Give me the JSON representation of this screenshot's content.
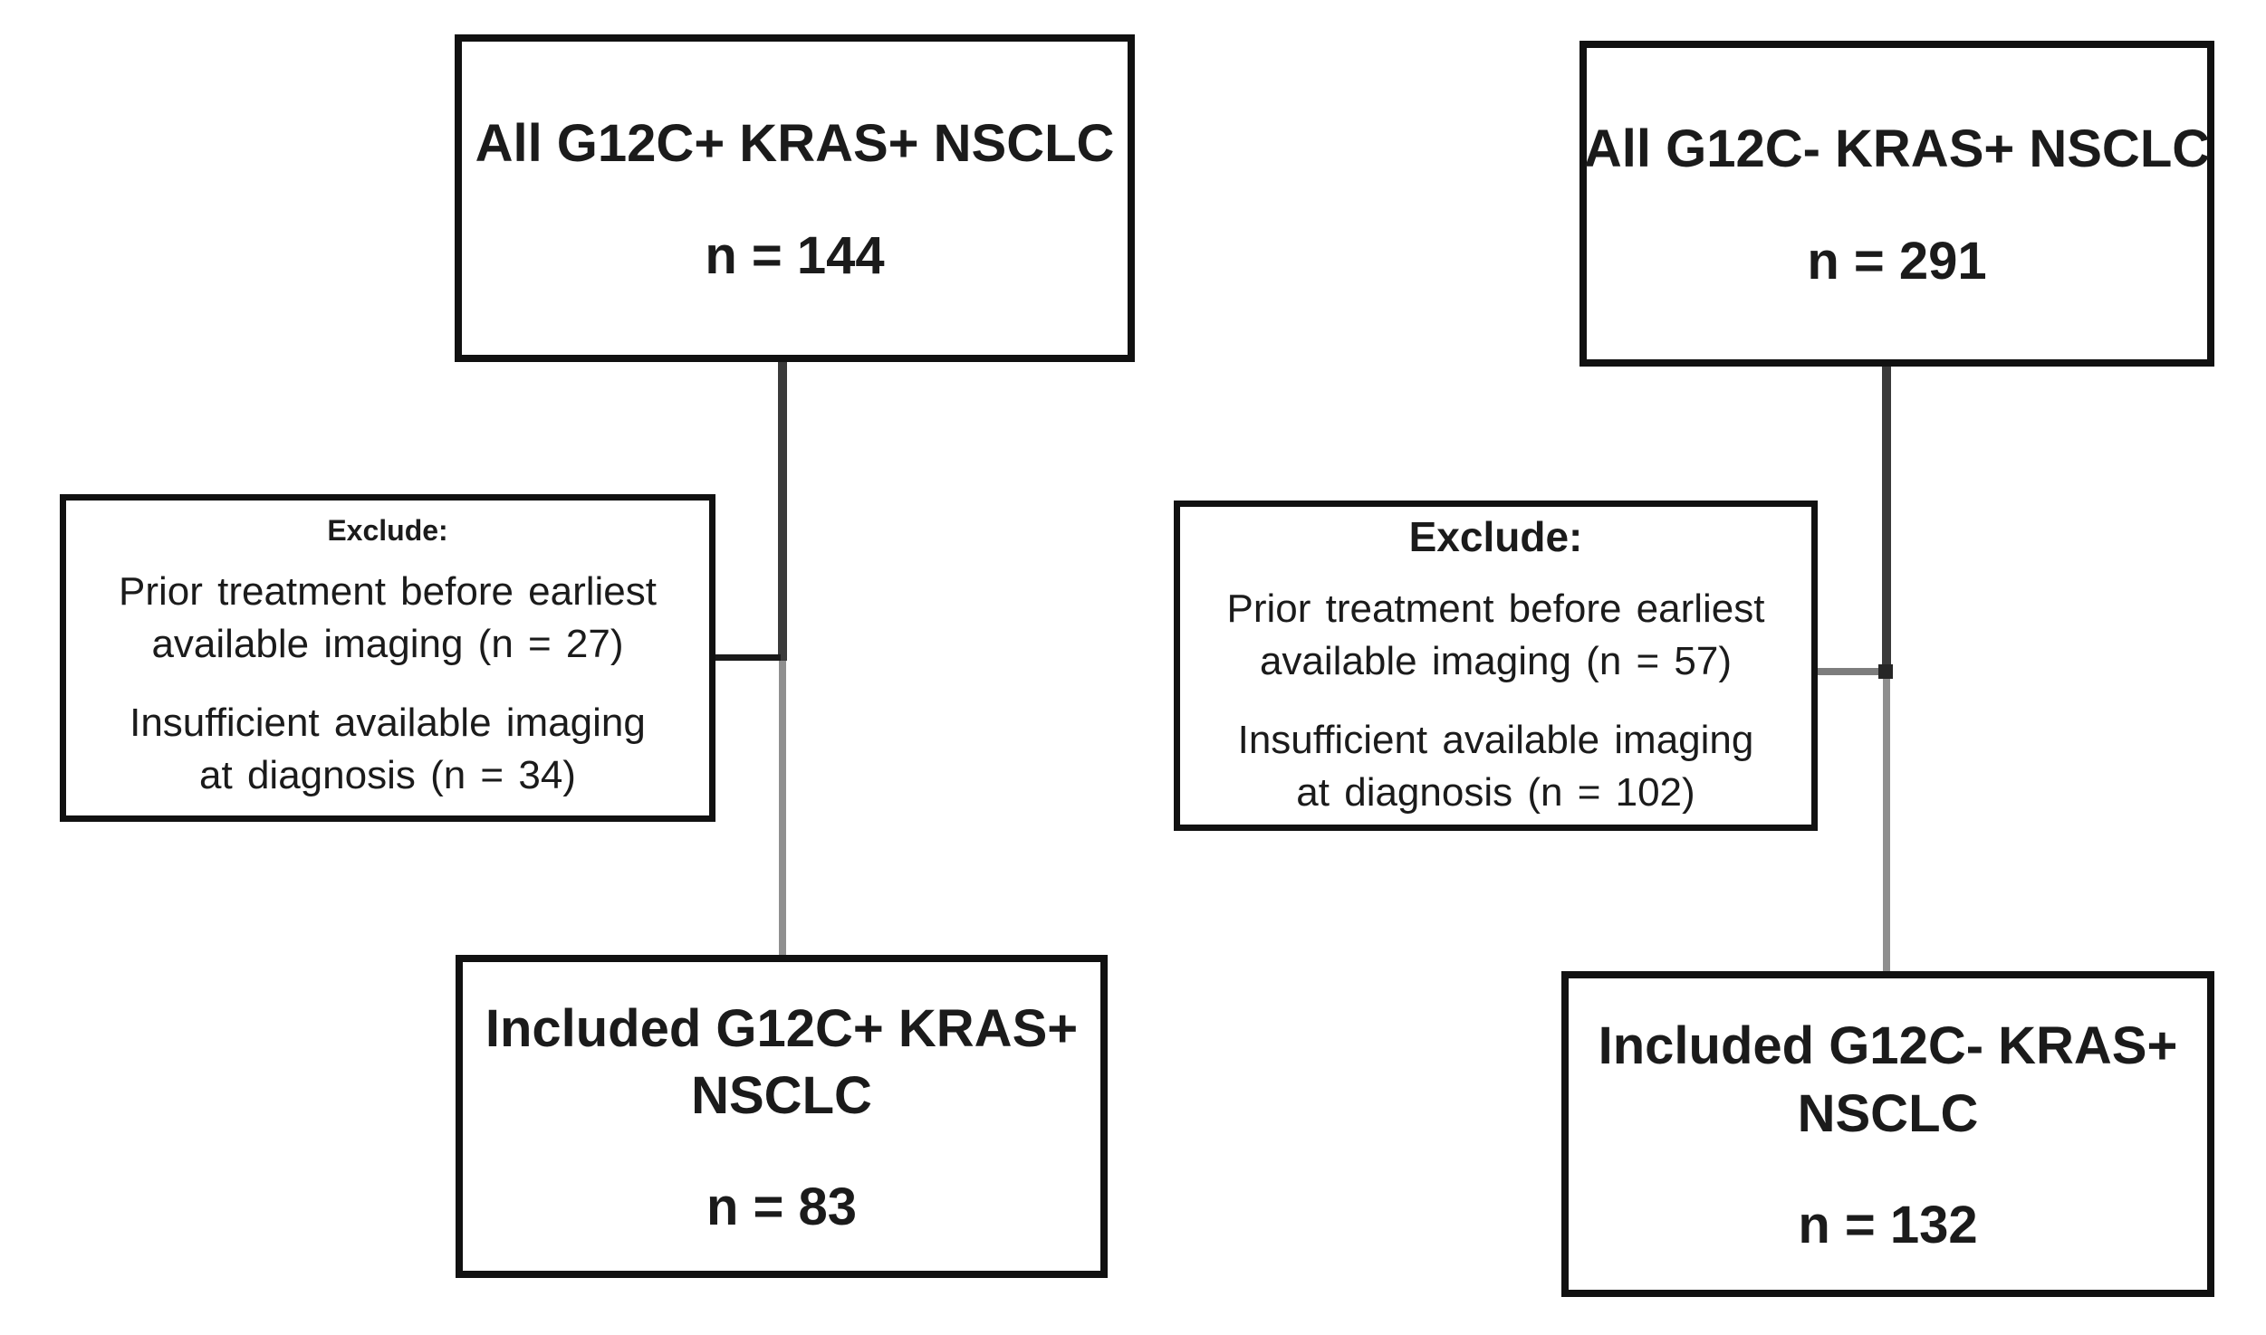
{
  "diagram": {
    "title": "KRAS NSCLC cohort selection flow diagram",
    "flows": [
      {
        "id": "g12c-positive",
        "top_box": {
          "line1": "All G12C+ KRAS+ NSCLC",
          "count": "n = 144"
        },
        "exclude_box": {
          "title": "Exclude:",
          "item1_line1": "Prior treatment before earliest",
          "item1_line2": "available imaging (n = 27)",
          "item2_line1": "Insufficient available imaging",
          "item2_line2": "at diagnosis (n = 34)"
        },
        "bottom_box": {
          "line1": "Included G12C+ KRAS+",
          "line2": "NSCLC",
          "count": "n = 83"
        }
      },
      {
        "id": "g12c-negative",
        "top_box": {
          "line1": "All G12C- KRAS+ NSCLC",
          "count": "n = 291"
        },
        "exclude_box": {
          "title": "Exclude:",
          "item1_line1": "Prior treatment before earliest",
          "item1_line2": "available imaging (n = 57)",
          "item2_line1": "Insufficient available imaging",
          "item2_line2": "at diagnosis (n = 102)"
        },
        "bottom_box": {
          "line1": "Included G12C- KRAS+",
          "line2": "NSCLC",
          "count": "n = 132"
        }
      }
    ],
    "colors": {
      "background": "#ffffff",
      "box_border": "#111111",
      "text": "#1b1b1b",
      "connector_dark": "#3a3a3a",
      "connector_light": "#8f8f8f",
      "connector_horizontal_left": "#1a1a1a",
      "connector_horizontal_right": "#7d7d7d"
    }
  }
}
